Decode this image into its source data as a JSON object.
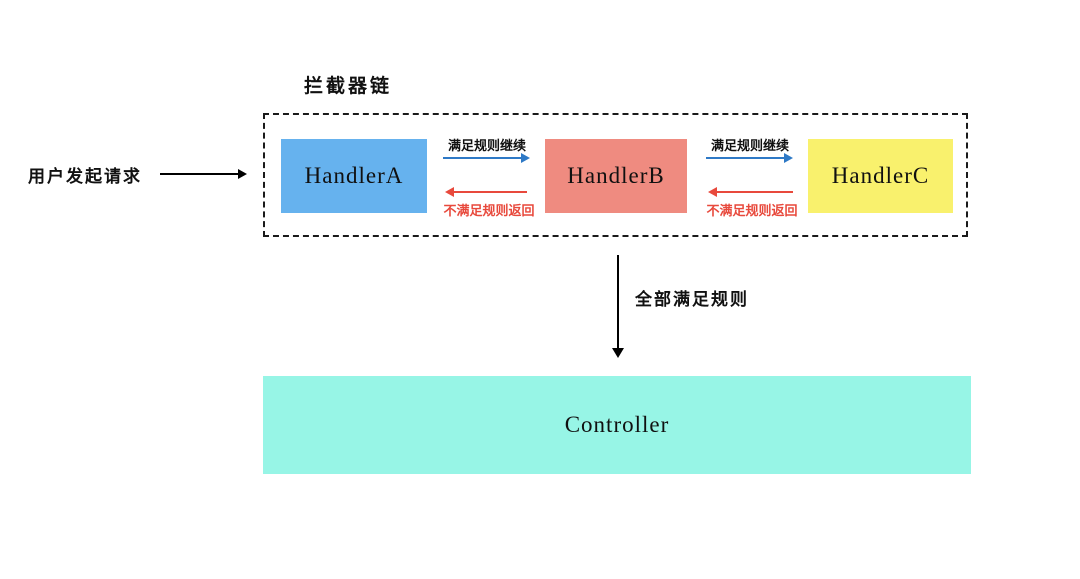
{
  "chain": {
    "title": "拦截器链",
    "handlers": [
      {
        "label": "HandlerA",
        "color": "#66B2EE"
      },
      {
        "label": "HandlerB",
        "color": "#EF8B80"
      },
      {
        "label": "HandlerC",
        "color": "#F9F16D"
      }
    ],
    "forward_label": "满足规则继续",
    "return_label": "不满足规则返回"
  },
  "request": {
    "label": "用户发起请求"
  },
  "flow": {
    "pass_label": "全部满足规则"
  },
  "controller": {
    "label": "Controller",
    "color": "#97F5E6"
  },
  "colors": {
    "forward_arrow": "#2E79C6",
    "return_arrow": "#E8493C",
    "neutral_arrow": "#000000"
  }
}
